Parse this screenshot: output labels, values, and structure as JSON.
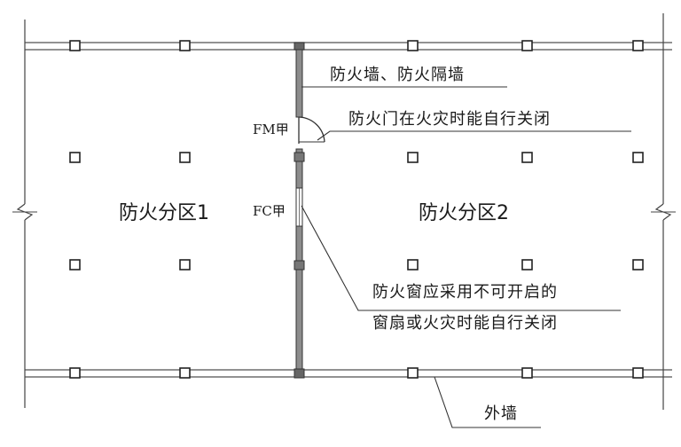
{
  "zones": {
    "zone1_label": "防火分区1",
    "zone2_label": "防火分区2"
  },
  "openings": {
    "door_code": "FM甲",
    "window_code": "FC甲"
  },
  "annotations": {
    "firewall": "防火墙、防火隔墙",
    "door_note": "防火门在火灾时能自行关闭",
    "window_note_line1": "防火窗应采用不可开启的",
    "window_note_line2": "窗扇或火灾时能自行关闭",
    "exterior_wall": "外墙"
  }
}
